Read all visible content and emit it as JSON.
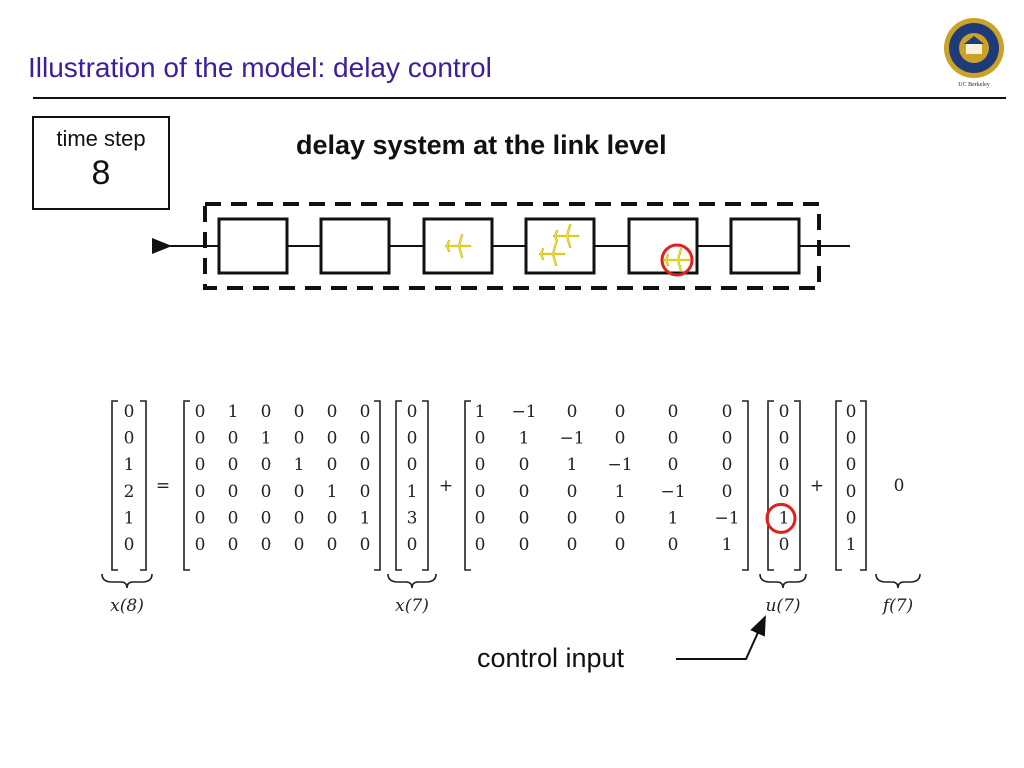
{
  "slide": {
    "title": "Illustration of the model: delay control",
    "subtitle": "delay system at the link level",
    "logo_caption": "UC Berkeley",
    "time_step": {
      "label": "time step",
      "value": "8"
    },
    "control_label": "control input"
  },
  "cells": [
    {
      "planes": 0
    },
    {
      "planes": 0
    },
    {
      "planes": 1
    },
    {
      "planes": 2
    },
    {
      "planes": 1,
      "highlighted": true
    },
    {
      "planes": 0
    }
  ],
  "equation": {
    "x8": [
      "0",
      "0",
      "1",
      "2",
      "1",
      "0"
    ],
    "A": [
      [
        "0",
        "1",
        "0",
        "0",
        "0",
        "0"
      ],
      [
        "0",
        "0",
        "1",
        "0",
        "0",
        "0"
      ],
      [
        "0",
        "0",
        "0",
        "1",
        "0",
        "0"
      ],
      [
        "0",
        "0",
        "0",
        "0",
        "1",
        "0"
      ],
      [
        "0",
        "0",
        "0",
        "0",
        "0",
        "1"
      ],
      [
        "0",
        "0",
        "0",
        "0",
        "0",
        "0"
      ]
    ],
    "x7": [
      "0",
      "0",
      "0",
      "1",
      "3",
      "0"
    ],
    "B": [
      [
        "1",
        "−1",
        "0",
        "0",
        "0",
        "0"
      ],
      [
        "0",
        "1",
        "−1",
        "0",
        "0",
        "0"
      ],
      [
        "0",
        "0",
        "1",
        "−1",
        "0",
        "0"
      ],
      [
        "0",
        "0",
        "0",
        "1",
        "−1",
        "0"
      ],
      [
        "0",
        "0",
        "0",
        "0",
        "1",
        "−1"
      ],
      [
        "0",
        "0",
        "0",
        "0",
        "0",
        "1"
      ]
    ],
    "u7": [
      "0",
      "0",
      "0",
      "0",
      "1",
      "0"
    ],
    "f_col": [
      "0",
      "0",
      "0",
      "0",
      "0",
      "1"
    ],
    "f_value": "0",
    "equals": "=",
    "plus": "+",
    "labels": {
      "x8": "x(8)",
      "x7": "x(7)",
      "u7": "u(7)",
      "f7": "f(7)"
    }
  },
  "colors": {
    "title": "#3a1e9c",
    "plane": "#e2d21a",
    "highlight": "#e0201a"
  }
}
